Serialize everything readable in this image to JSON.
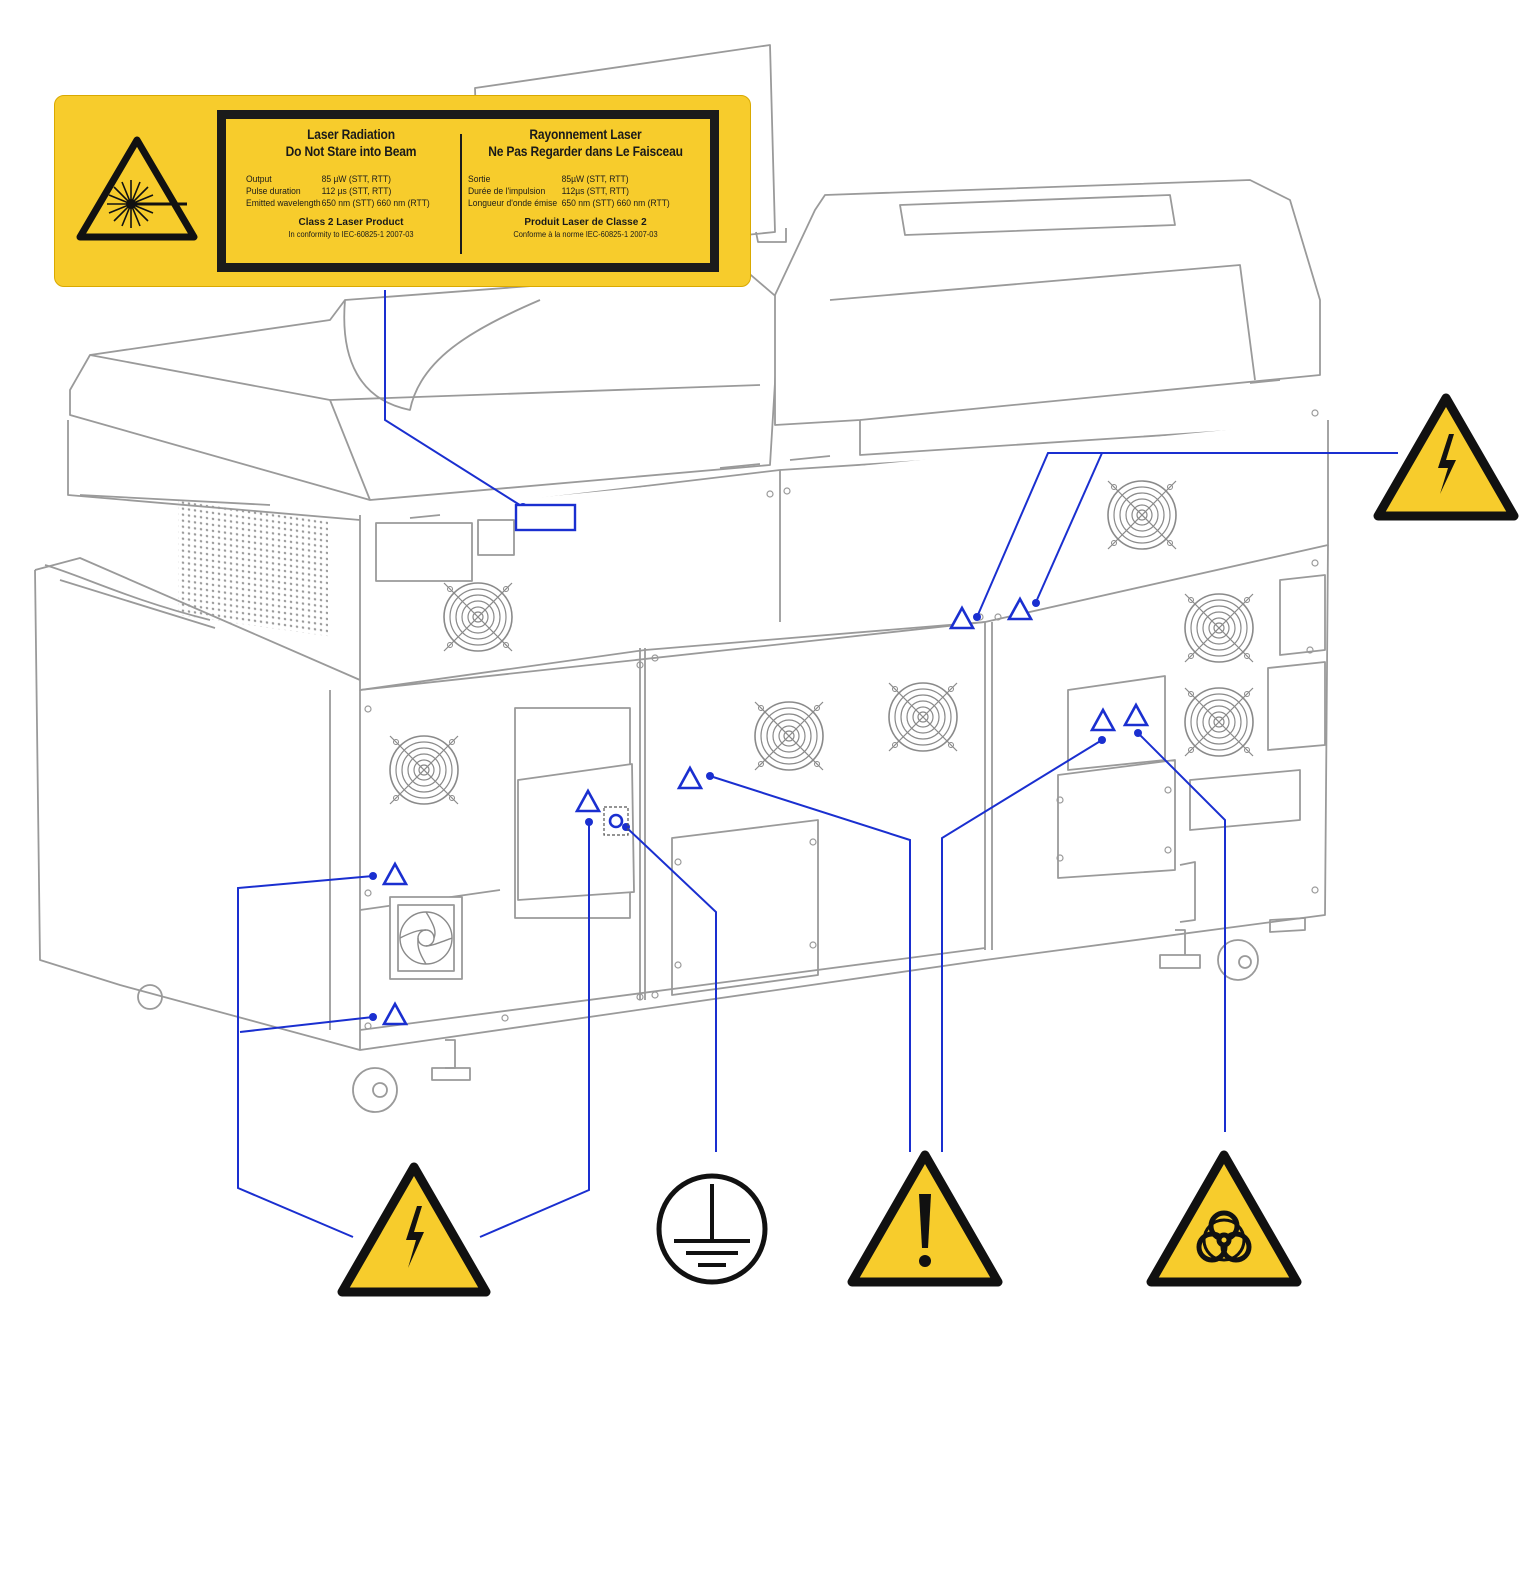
{
  "laser_label": {
    "en": {
      "title": "Laser Radiation",
      "subtitle": "Do Not Stare into Beam",
      "rows": [
        {
          "key": "Output",
          "value": "85 µW (STT, RTT)"
        },
        {
          "key": "Pulse duration",
          "value": "112 µs (STT, RTT)"
        },
        {
          "key": "Emitted wavelength",
          "value": "650 nm (STT)  660 nm (RTT)"
        }
      ],
      "class_text": "Class 2 Laser Product",
      "conformity": "In conformity to IEC-60825-1 2007-03"
    },
    "fr": {
      "title": "Rayonnement Laser",
      "subtitle": "Ne Pas Regarder dans Le Faisceau",
      "rows": [
        {
          "key": "Sortie",
          "value": "85µW (STT, RTT)"
        },
        {
          "key": "Durée de l'impulsion",
          "value": "112µs (STT, RTT)"
        },
        {
          "key": "Longueur d'onde émise",
          "value": "650 nm (STT)  660 nm (RTT)"
        }
      ],
      "class_text": "Produit Laser de Classe 2",
      "conformity": "Conforme à la norme IEC-60825-1 2007-03"
    }
  },
  "colors": {
    "callout": "#1a2fd0",
    "warning_yellow": "#f7cc2c",
    "outline": "#9a9a9a",
    "black": "#111111"
  },
  "symbols": [
    "laser-hazard-icon",
    "electrical-hazard-icon",
    "protective-earth-icon",
    "general-warning-icon",
    "biohazard-icon"
  ]
}
